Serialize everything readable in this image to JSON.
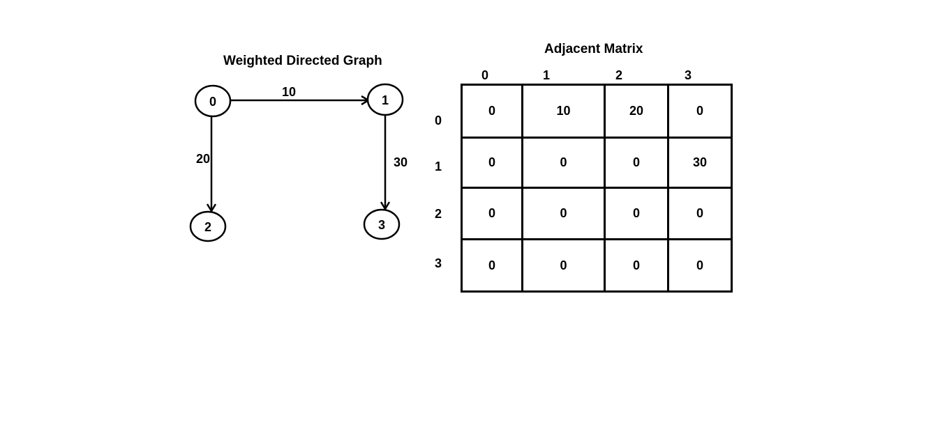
{
  "graph": {
    "title": "Weighted Directed Graph",
    "nodes": [
      {
        "id": "0",
        "label": "0"
      },
      {
        "id": "1",
        "label": "1"
      },
      {
        "id": "2",
        "label": "2"
      },
      {
        "id": "3",
        "label": "3"
      }
    ],
    "edges": [
      {
        "from": "0",
        "to": "1",
        "weight": "10"
      },
      {
        "from": "0",
        "to": "2",
        "weight": "20"
      },
      {
        "from": "1",
        "to": "3",
        "weight": "30"
      }
    ]
  },
  "matrix": {
    "title": "Adjacent Matrix",
    "col_labels": [
      "0",
      "1",
      "2",
      "3"
    ],
    "row_labels": [
      "0",
      "1",
      "2",
      "3"
    ],
    "rows": [
      [
        "0",
        "10",
        "20",
        "0"
      ],
      [
        "0",
        "0",
        "0",
        "30"
      ],
      [
        "0",
        "0",
        "0",
        "0"
      ],
      [
        "0",
        "0",
        "0",
        "0"
      ]
    ]
  }
}
